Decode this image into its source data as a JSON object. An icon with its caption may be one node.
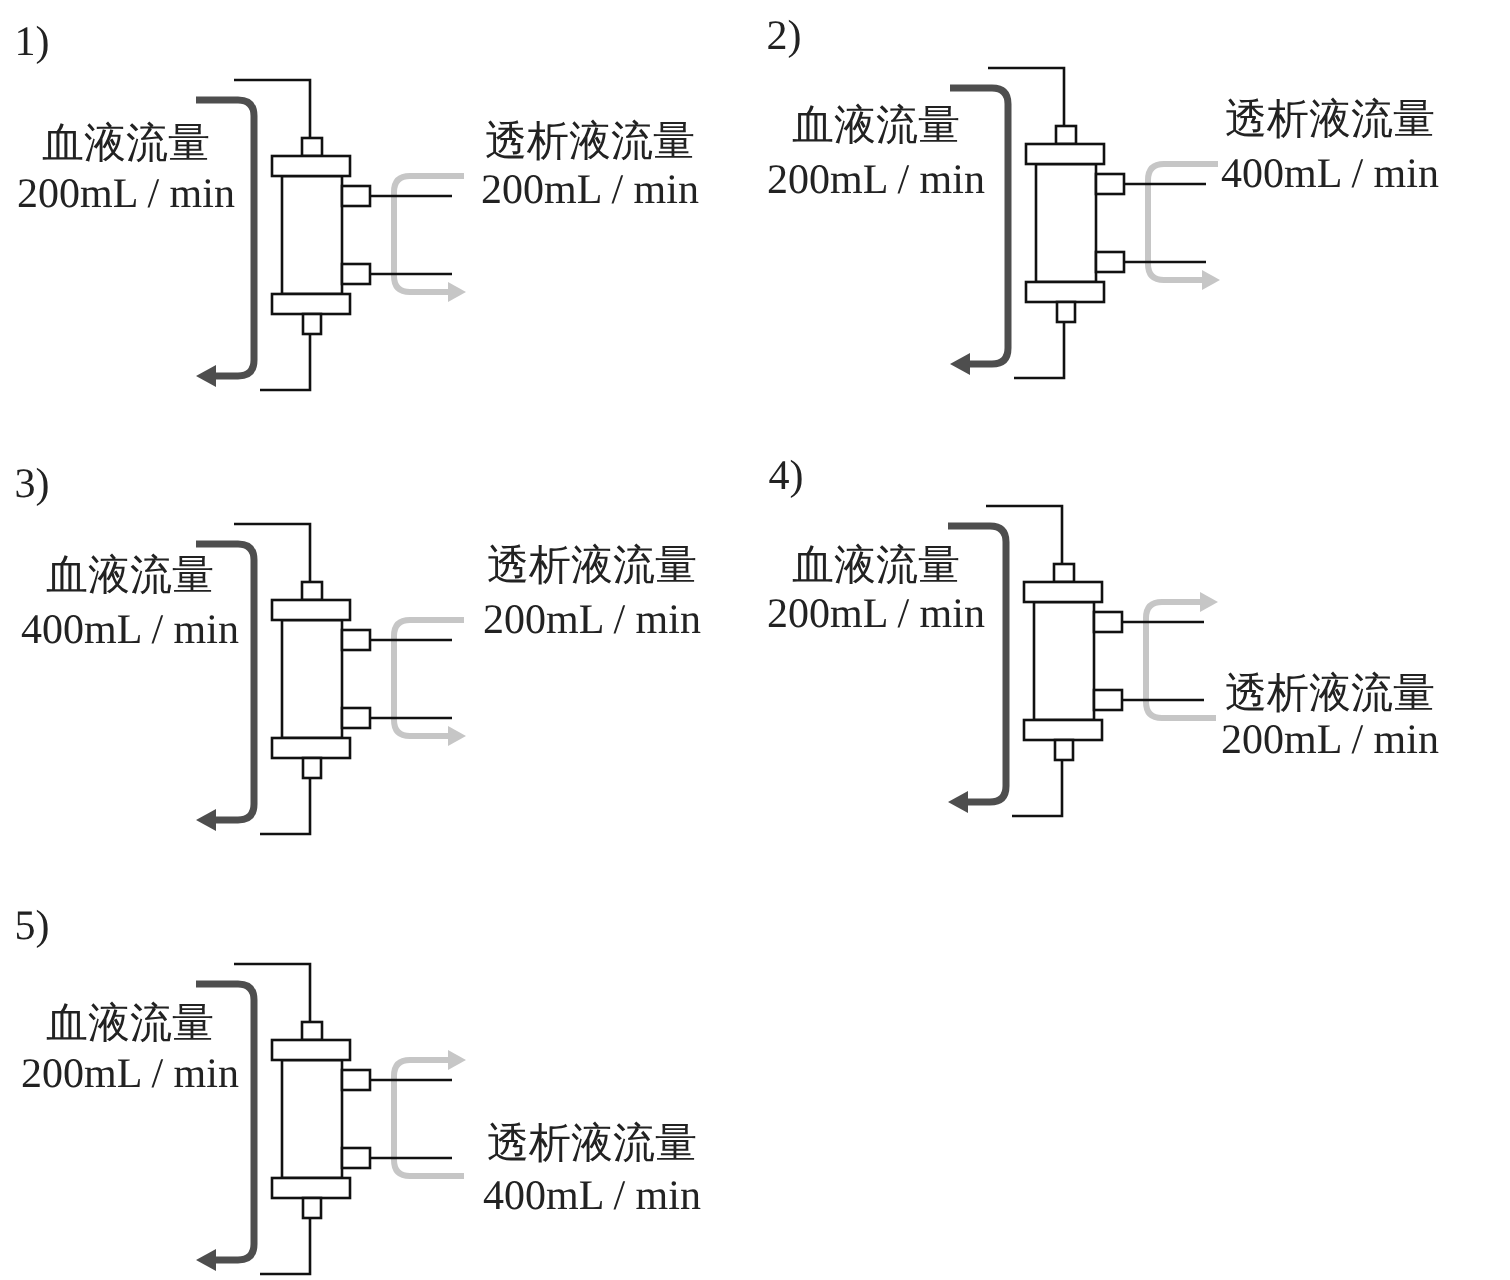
{
  "diagram": {
    "labels": [
      "1)",
      "血液流量",
      "200mL / min",
      "透析液流量",
      "200mL / min",
      "2)",
      "血液流量",
      "200mL / min",
      "透析液流量",
      "400mL / min",
      "3)",
      "血液流量",
      "400mL / min",
      "透析液流量",
      "200mL / min",
      "4)",
      "血液流量",
      "200mL / min",
      "透析液流量",
      "200mL / min",
      "5)",
      "血液流量",
      "200mL / min",
      "透析液流量",
      "400mL / min"
    ]
  }
}
